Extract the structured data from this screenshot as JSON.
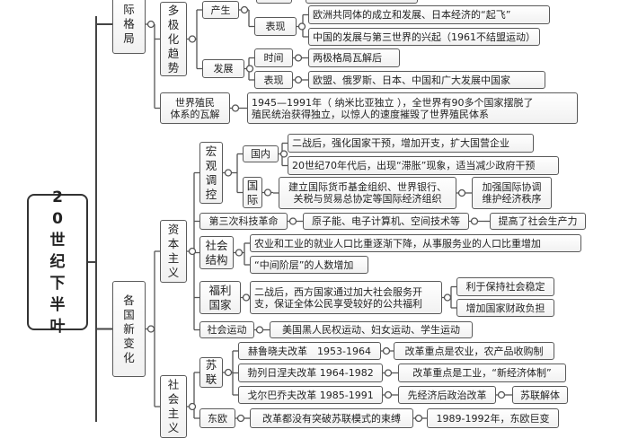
{
  "root": "20世纪下半叶",
  "branches": {
    "intl": "际格局",
    "changes": "各国新变化"
  },
  "multipolar": {
    "title": "多极化趋势",
    "origin": "产生",
    "origin_show": "表现",
    "origin_items": [
      "欧洲共同体的成立和发展、日本经济的“起飞”",
      "中国的发展与第三世界的兴起（1961不结盟运动）"
    ],
    "develop": "发展",
    "time": "时间",
    "time_item": "两极格局瓦解后",
    "show": "表现",
    "show_item": "欧盟、俄罗斯、日本、中国和广大发展中国家"
  },
  "colonial": {
    "title": "世界殖民\n体系的瓦解",
    "text": "1945—1991年（ 纳米比亚独立 ），全世界有90多个国家摆脱了\n殖民统治获得独立，以惊人的速度摧毁了世界殖民体系"
  },
  "capitalism": {
    "title": "资本主义",
    "macro": "宏观调控",
    "domestic": "国内",
    "domestic_items": [
      "二战后，强化国家干预，增加开支，扩大国营企业",
      "20世纪70年代后，出现“滞胀”现象，适当减少政府干预"
    ],
    "international": "国际",
    "intl_item": "建立国际货币基金组织、世界银行、\n关税与贸易总协定等国际经济组织",
    "intl_result": "加强国际协调\n维护经济秩序",
    "tech": "第三次科技革命",
    "tech_item": "原子能、电子计算机、空间技术等",
    "tech_result": "提高了社会生产力",
    "structure": "社会结构",
    "structure_items": [
      "农业和工业的就业人口比重逐渐下降，从事服务业的人口比重增加",
      "“中间阶层”的人数增加"
    ],
    "welfare": "福利国家",
    "welfare_item": "二战后，西方国家通过加大社会服务开\n支，保证全体公民享受较好的公共福利",
    "welfare_results": [
      "利于保持社会稳定",
      "增加国家财政负担"
    ],
    "movement": "社会运动",
    "movement_item": "美国黑人民权运动、妇女运动、学生运动"
  },
  "socialism": {
    "title": "社会主义",
    "ussr": "苏联",
    "reforms": [
      {
        "name": "赫鲁晓夫改革　1953-1964",
        "result": "改革重点是农业，农产品收购制"
      },
      {
        "name": "勃列日涅夫改革 1964-1982",
        "result": "改革重点是工业，“新经济体制”"
      },
      {
        "name": "戈尔巴乔夫改革 1985-1991",
        "result": "先经济后政治改革",
        "outcome": "苏联解体"
      }
    ],
    "east_europe": "东欧",
    "ee_item": "改革都没有突破苏联模式的束缚",
    "ee_result": "1989-1992年，东欧巨变"
  }
}
